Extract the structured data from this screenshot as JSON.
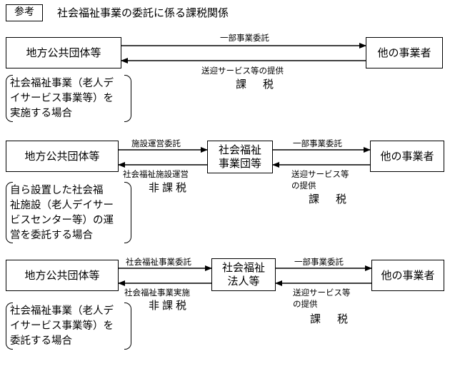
{
  "header": {
    "tag": "参考",
    "title": "社会福祉事業の委託に係る課税関係"
  },
  "sections": [
    {
      "left_box": "地方公共団体等",
      "right_box": "他の事業者",
      "top_label": "一部事業委託",
      "bottom_label": "送迎サービス等の提供",
      "tax": "課　税",
      "note_lines": [
        "社会福祉事業（老人デ",
        "イサービス事業等）を",
        "実施する場合"
      ]
    },
    {
      "left_box": "地方公共団体等",
      "middle_box": [
        "社会福祉",
        "事業団等"
      ],
      "right_box": "他の事業者",
      "left_top_label": "施設運営委託",
      "left_bottom_label": "社会福祉施設運営",
      "left_tax": "非課税",
      "right_top_label": "一部事業委託",
      "right_bottom_label": [
        "送迎サービス等",
        "の提供"
      ],
      "right_tax": "課　税",
      "note_lines": [
        "自ら設置した社会福",
        "祉施設（老人デイサー",
        "ビスセンター等）の運",
        "営を委託する場合"
      ]
    },
    {
      "left_box": "地方公共団体等",
      "middle_box": [
        "社会福祉",
        "法人等"
      ],
      "right_box": "他の事業者",
      "left_top_label": "社会福祉事業委託",
      "left_bottom_label": "社会福祉事業実施",
      "left_tax": "非課税",
      "right_top_label": "一部事業委託",
      "right_bottom_label": [
        "送迎サービス等",
        "の提供"
      ],
      "right_tax": "課　税",
      "note_lines": [
        "社会福祉事業（老人デ",
        "イサービス事業等）を",
        "委託する場合"
      ]
    }
  ]
}
